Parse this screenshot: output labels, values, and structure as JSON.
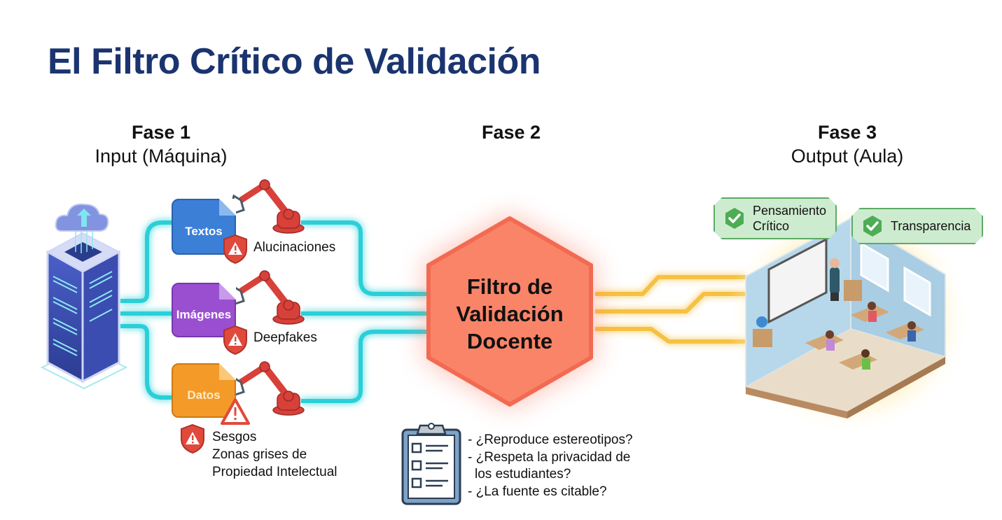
{
  "title": "El Filtro Crítico de Validación",
  "phases": [
    {
      "number": "Fase 1",
      "subtitle": "Input (Máquina)"
    },
    {
      "number": "Fase 2",
      "subtitle": ""
    },
    {
      "number": "Fase 3",
      "subtitle": "Output (Aula)"
    }
  ],
  "inputs": [
    {
      "label": "Textos",
      "color": "#3b7fd6",
      "risk": "Alucinaciones",
      "risk_icon": "warning-shield-icon"
    },
    {
      "label": "Imágenes",
      "color": "#9a4fd0",
      "risk": "Deepfakes",
      "risk_icon": "warning-shield-icon"
    },
    {
      "label": "Datos",
      "color": "#f39a28",
      "risk": "Sesgos",
      "risk_extra": [
        "Zonas grises de",
        "Propiedad Intelectual"
      ],
      "risk_icon": "warning-shield-icon"
    }
  ],
  "filter": {
    "lines": [
      "Filtro de",
      "Validación",
      "Docente"
    ],
    "color": "#fb7f66",
    "checklist": [
      "- ¿Reproduce estereotipos?",
      "- ¿Respeta la privacidad de",
      "  los estudiantes?",
      "- ¿La fuente es citable?"
    ]
  },
  "outcomes": [
    {
      "label_lines": [
        "Pensamiento",
        "Crítico"
      ],
      "icon": "check-icon"
    },
    {
      "label_lines": [
        "Transparencia"
      ],
      "icon": "check-icon"
    }
  ],
  "colors": {
    "title": "#1b3470",
    "input_wire": "#2ccfd8",
    "output_wire": "#f6c143",
    "risk_red": "#e04a3c",
    "badge_bg": "#cdebcf",
    "badge_border": "#5cab63"
  }
}
